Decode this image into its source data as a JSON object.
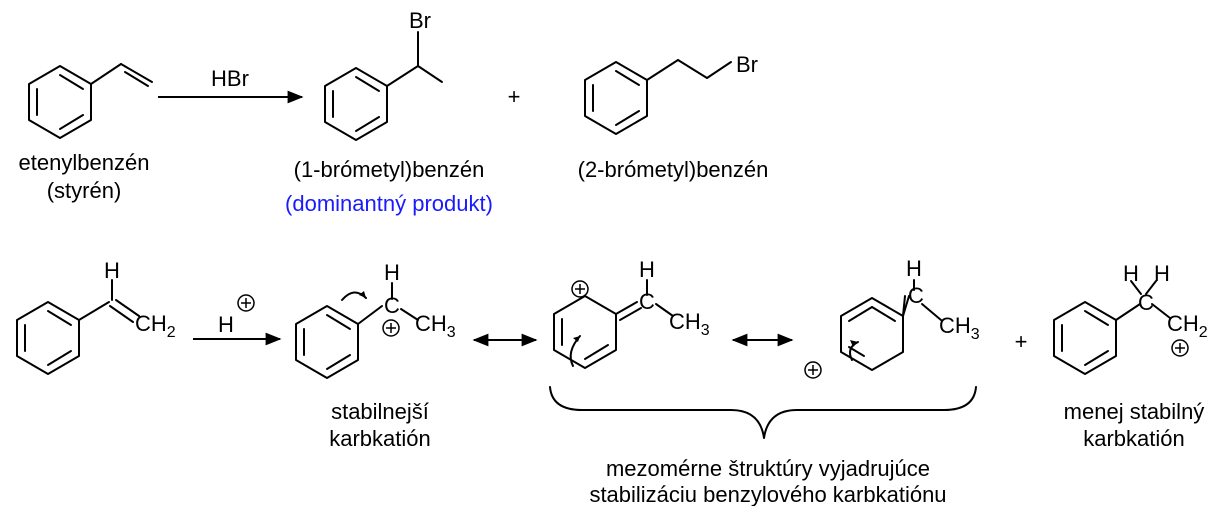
{
  "reaction1": {
    "reagent": "HBr",
    "plus": "+",
    "styrene_name": "etenylbenzén",
    "styrene_alias": "(styrén)",
    "product1_name": "(1-brómetyl)benzén",
    "product1_note": "(dominantný produkt)",
    "product2_name": "(2-brómetyl)benzén",
    "br": "Br"
  },
  "reaction2": {
    "reagent_h": "H",
    "h": "H",
    "c": "C",
    "ch": "CH",
    "two": "2",
    "three": "3",
    "plus": "+",
    "charge": "+",
    "stable_line1": "stabilnejší",
    "stable_line2": "karbkatión",
    "resonance_line1": "mezomérne štruktúry vyjadrujúce",
    "resonance_line2": "stabilizáciu benzylového karbkatiónu",
    "less_stable_line1": "menej stabilný",
    "less_stable_line2": "karbkatión"
  },
  "colors": {
    "text": "#000000",
    "note": "#1a1aff"
  }
}
